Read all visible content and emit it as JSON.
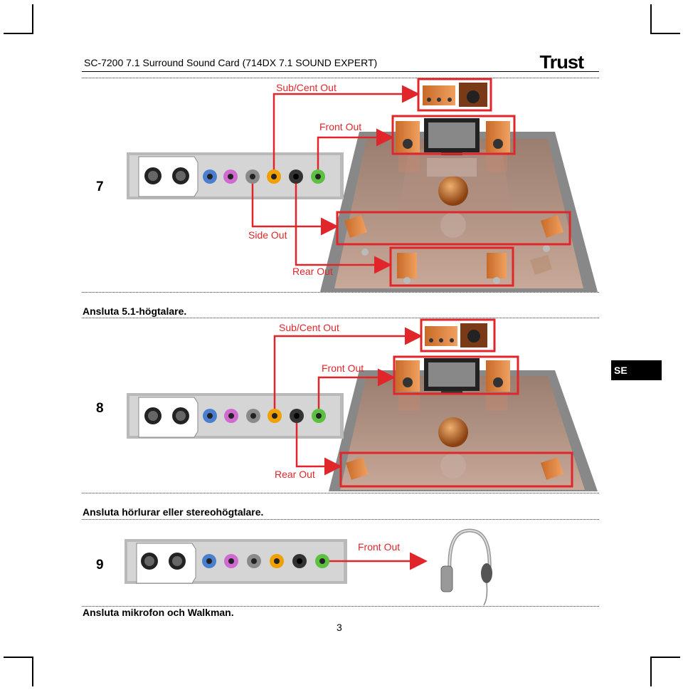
{
  "header": {
    "title": "SC-7200 7.1 Surround Sound Card (714DX 7.1 SOUND EXPERT)",
    "logo_text": "Trust"
  },
  "section7": {
    "number": "7",
    "labels": {
      "sub_cent": "Sub/Cent Out",
      "front": "Front Out",
      "side": "Side Out",
      "rear": "Rear Out"
    },
    "caption": "Ansluta 5.1-högtalare."
  },
  "section8": {
    "number": "8",
    "labels": {
      "sub_cent": "Sub/Cent Out",
      "front": "Front Out",
      "rear": "Rear Out"
    },
    "caption": "Ansluta hörlurar eller stereohögtalare."
  },
  "section9": {
    "number": "9",
    "labels": {
      "front": "Front Out"
    },
    "caption": "Ansluta mikrofon och Walkman."
  },
  "language_badge": "SE",
  "page_number": "3",
  "colors": {
    "accent_red": "#e0262a",
    "jack_blue": "#4a7fd0",
    "jack_pink": "#d06ad0",
    "jack_gray": "#8a8a8a",
    "jack_orange": "#f0a000",
    "jack_black": "#333333",
    "jack_green": "#5cc040"
  }
}
